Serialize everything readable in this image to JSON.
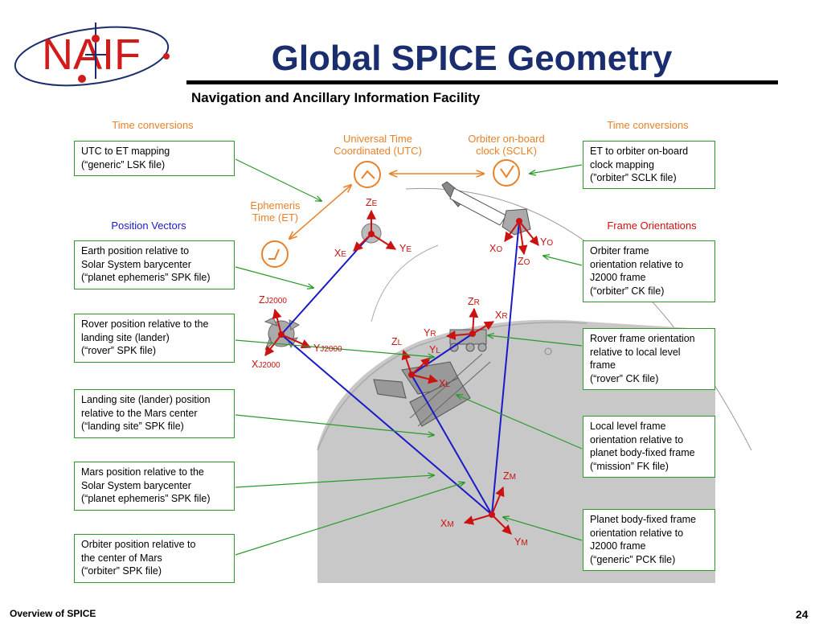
{
  "header": {
    "title": "Global SPICE Geometry",
    "subtitle": "Navigation and Ancillary Information Facility",
    "logo_text": "NAIF"
  },
  "footer": {
    "left": "Overview of SPICE",
    "page": "24"
  },
  "section_labels": {
    "time_left": "Time conversions",
    "time_right": "Time conversions",
    "position": "Position Vectors",
    "frames": "Frame Orientations"
  },
  "clocks": {
    "utc": "Universal Time\nCoordinated (UTC)",
    "sclk": "Orbiter on-board\nclock (SCLK)",
    "et": "Ephemeris\nTime (ET)"
  },
  "boxes": {
    "utc_et": "UTC to ET mapping\n(“generic” LSK file)",
    "et_sclk": "ET to orbiter on-board\nclock mapping\n(”orbiter” SCLK file)",
    "earth_pos": "Earth position relative to\nSolar System barycenter\n(“planet ephemeris” SPK file)",
    "rover_pos": "Rover position relative to the\nlanding site (lander)\n(“rover” SPK file)",
    "landing_pos": "Landing site (lander) position\nrelative to the Mars center\n(“landing site” SPK file)",
    "mars_pos": "Mars position relative to the\nSolar System barycenter\n(“planet ephemeris” SPK file)",
    "orbiter_pos": "Orbiter position relative to\nthe center of Mars\n(“orbiter” SPK file)",
    "orbiter_frame": "Orbiter frame\norientation relative to\nJ2000 frame\n(“orbiter” CK file)",
    "rover_frame": "Rover frame orientation\nrelative to local level\nframe\n(“rover” CK file)",
    "local_frame": "Local level frame\norientation relative to\nplanet body-fixed frame\n(“mission” FK file)",
    "planet_frame": "Planet body-fixed frame\norientation relative to\nJ2000 frame\n(“generic” PCK file)"
  },
  "axes": {
    "ze": "Z",
    "ze_sub": "E",
    "xe": "X",
    "xe_sub": "E",
    "ye": "Y",
    "ye_sub": "E",
    "zj": "Z",
    "zj_sub": "J2000",
    "yj": "Y",
    "yj_sub": "J2000",
    "xj": "X",
    "xj_sub": "J2000",
    "xo": "X",
    "xo_sub": "O",
    "yo": "Y",
    "yo_sub": "O",
    "zo": "Z",
    "zo_sub": "O",
    "zr": "Z",
    "zr_sub": "R",
    "xr": "X",
    "xr_sub": "R",
    "yr": "Y",
    "yr_sub": "R",
    "zl": "Z",
    "zl_sub": "L",
    "yl": "Y",
    "yl_sub": "L",
    "xl": "X",
    "xl_sub": "L",
    "zm": "Z",
    "zm_sub": "M",
    "xm": "X",
    "xm_sub": "M",
    "ym": "Y",
    "ym_sub": "M"
  },
  "colors": {
    "title": "#1a2d6e",
    "orange": "#e8822a",
    "blue_vector": "#1a1ac8",
    "red_axis": "#cc1111",
    "green": "#2a9a2a",
    "mars": "#c8c8c8"
  }
}
